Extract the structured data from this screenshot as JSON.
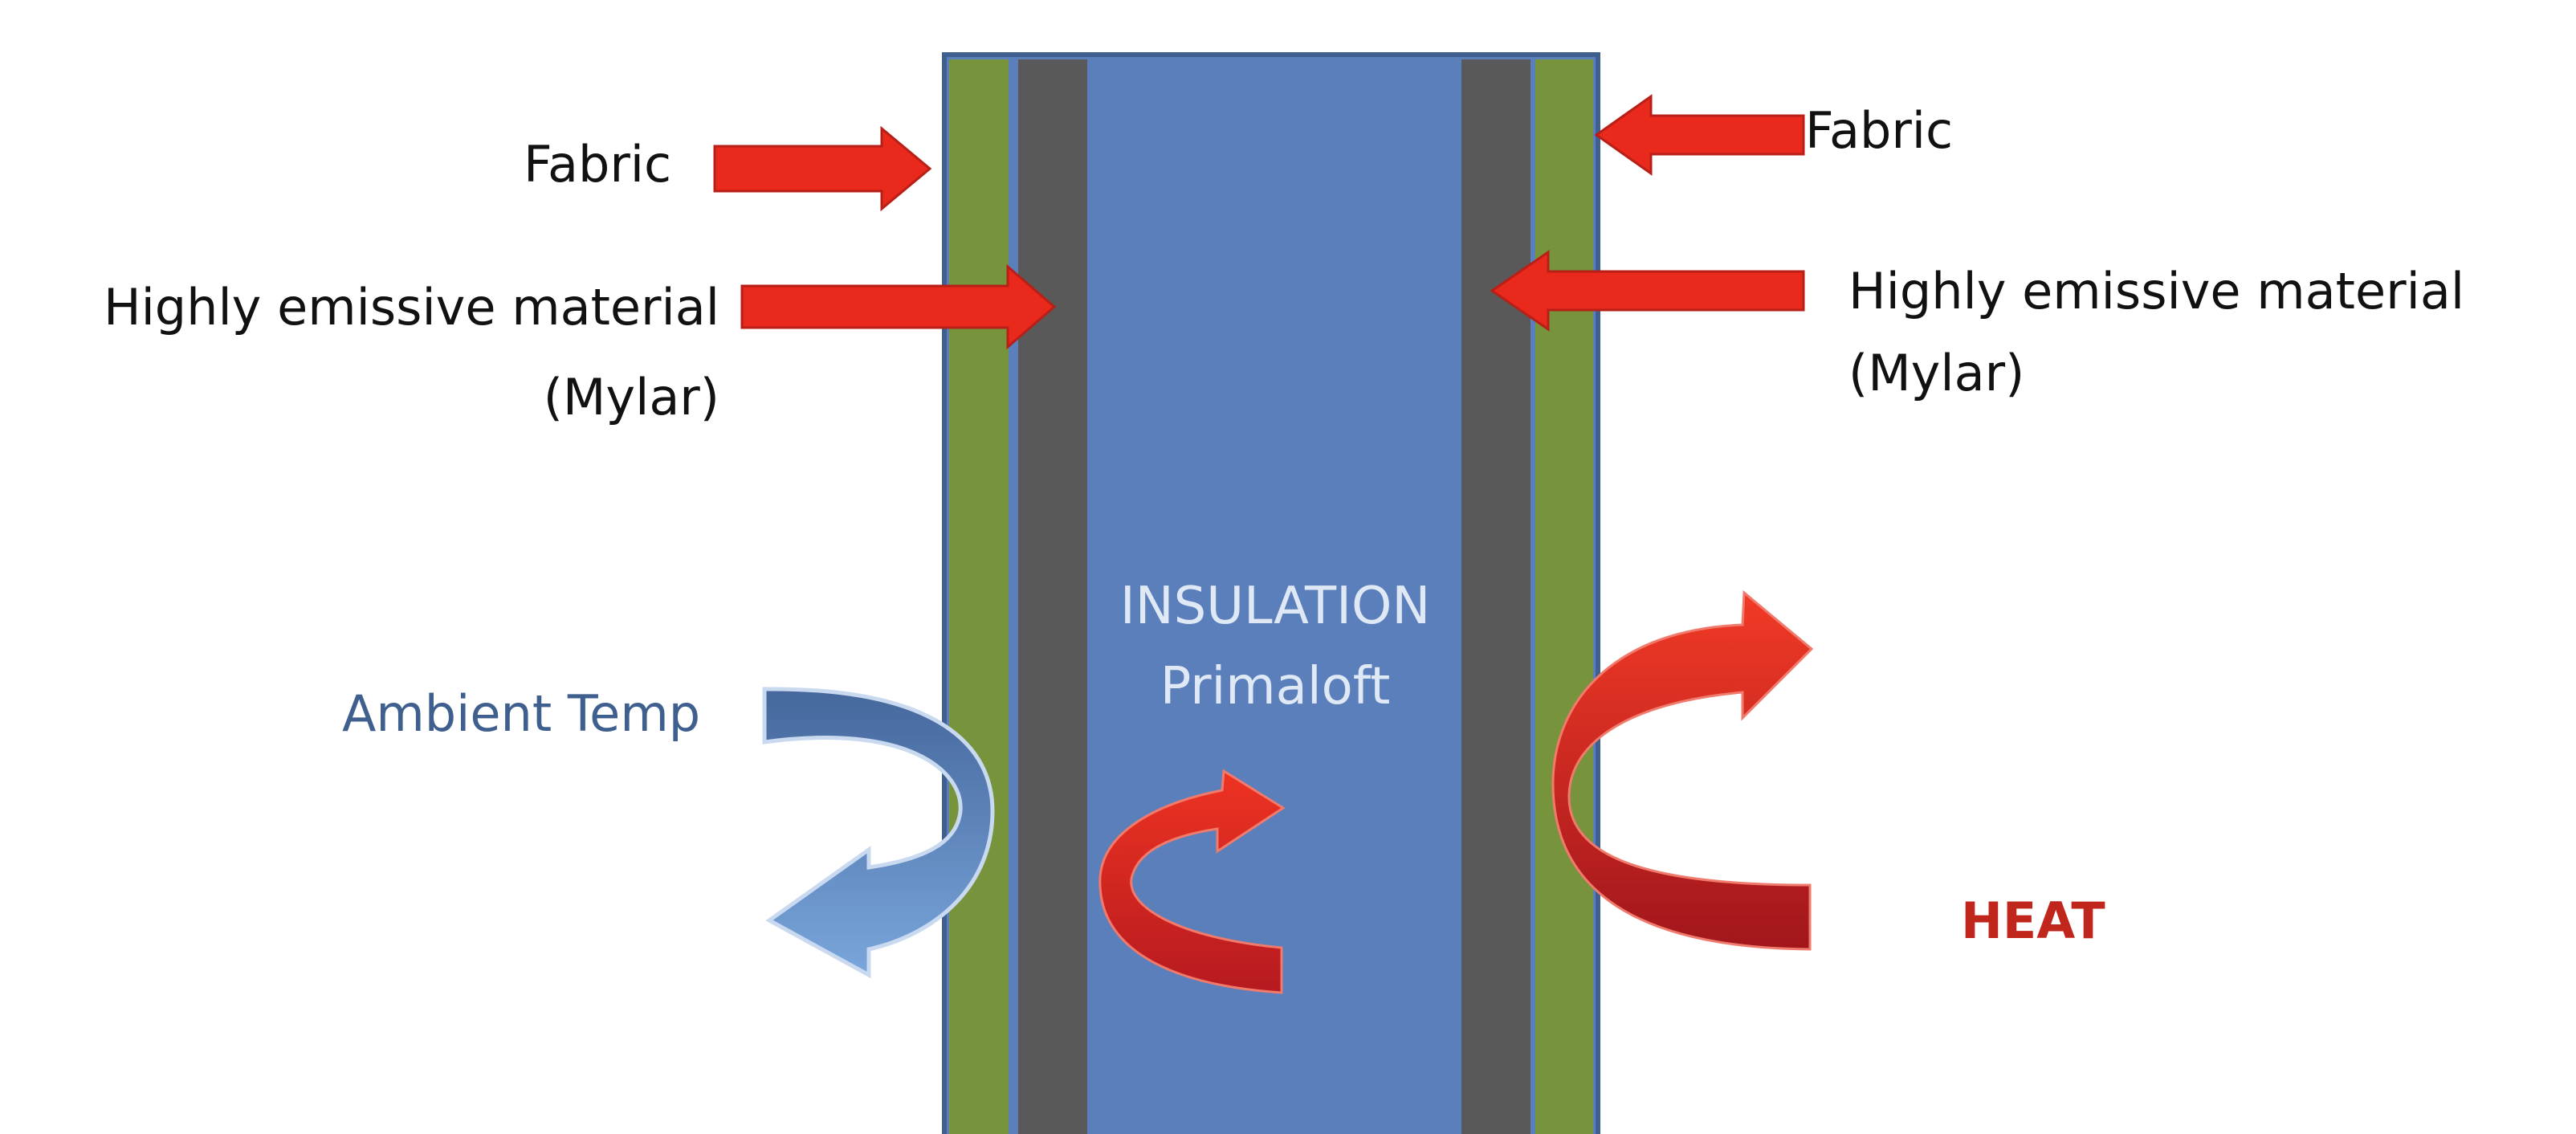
{
  "labels": {
    "fabric_left": "Fabric",
    "fabric_right": "Fabric",
    "emissive_left_line1": "Highly emissive material",
    "emissive_left_line2": "(Mylar)",
    "emissive_right_line1": "Highly emissive material",
    "emissive_right_line2": "(Mylar)",
    "insulation_line1": "INSULATION",
    "insulation_line2": "Primaloft",
    "ambient": "Ambient Temp",
    "heat": "HEAT"
  },
  "colors": {
    "fabric": "#77933c",
    "mylar": "#595959",
    "insulation": "#5b7fbb",
    "outline": "#3f5f8f",
    "heat_arrow": "#e8291c",
    "heat_text": "#c0261c",
    "ambient_arrow": "#4f74ad",
    "ambient_text": "#3f5f8f",
    "insulation_text": "#dfe8f5",
    "label_text": "#111111"
  }
}
